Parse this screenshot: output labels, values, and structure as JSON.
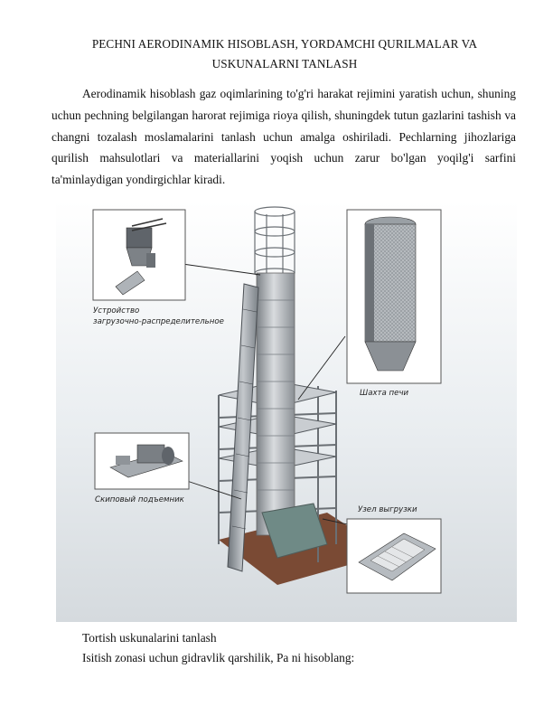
{
  "document": {
    "title_line1": "PECHNI AERODINAMIK HISOBLASH, YORDAMCHI QURILMALAR VA",
    "title_line2": "USKUNALARNI TANLASH",
    "paragraph": "Aerodinamik hisoblash gaz oqimlarining to'g'ri harakat rejimini yaratish uchun, shuning uchun pechning belgilangan harorat rejimiga rioya qilish, shuningdek tutun gazlarini tashish va changni tozalash moslamalarini tanlash uchun amalga oshiriladi. Pechlarning jihozlariga qurilish mahsulotlari va materiallarini yoqish uchun zarur bo'lgan yoqilg'i sarfini ta'minlaydigan yondirgichlar kiradi.",
    "line_after_figure_1": "Tortish uskunalarini tanlash",
    "line_after_figure_2": "Isitish zonasi uchun gidravlik qarshilik, Pa ni hisoblang:"
  },
  "figure": {
    "labels": {
      "loading_device_line1": "Устройство",
      "loading_device_line2": "загрузочно-распределительное",
      "furnace_shaft": "Шахта печи",
      "skip_hoist": "Скиповый подъемник",
      "unloading_unit": "Узел выгрузки"
    }
  }
}
